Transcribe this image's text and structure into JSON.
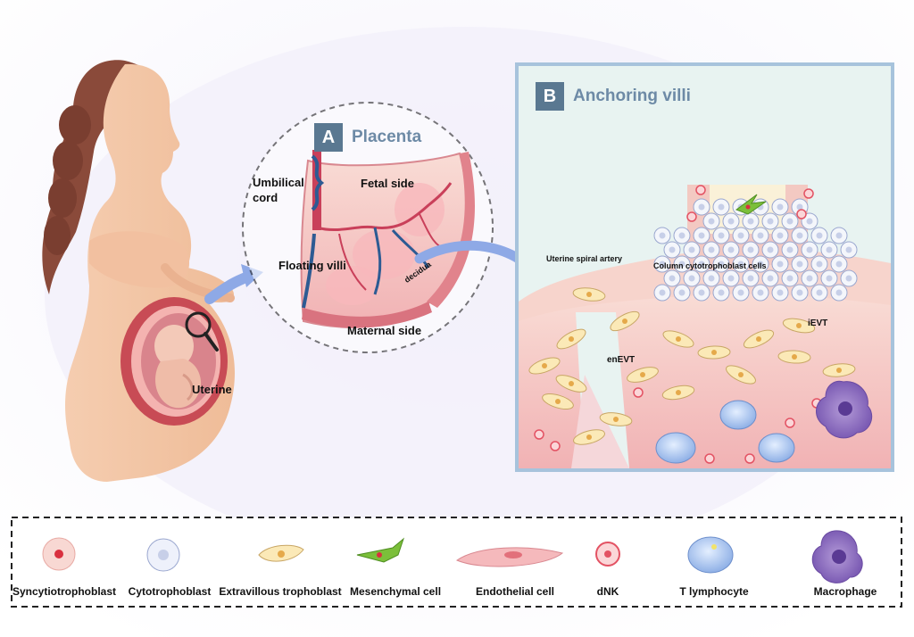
{
  "panel_a": {
    "badge": "A",
    "title": "Placenta"
  },
  "panel_b": {
    "badge": "B",
    "title": "Anchoring villi"
  },
  "labels": {
    "umbilical_cord": "Umbilical\ncord",
    "fetal_side": "Fetal side",
    "floating_villi": "Floating villi",
    "decidua": "decidua",
    "maternal_side": "Maternal side",
    "uterine": "Uterine",
    "uterine_spiral_artery": "Uterine spiral artery",
    "column_cytotrophoblast": "Column cytotrophoblast cells",
    "ievt": "iEVT",
    "enevt": "enEVT"
  },
  "legend": [
    {
      "key": "syncytiotrophoblast",
      "label": "Syncytiotrophoblast"
    },
    {
      "key": "cytotrophoblast",
      "label": "Cytotrophoblast"
    },
    {
      "key": "extravillous",
      "label": "Extravillous trophoblast"
    },
    {
      "key": "mesenchymal",
      "label": "Mesenchymal cell"
    },
    {
      "key": "endothelial",
      "label": "Endothelial cell"
    },
    {
      "key": "dnk",
      "label": "dNK"
    },
    {
      "key": "tlymph",
      "label": "T lymphocyte"
    },
    {
      "key": "macrophage",
      "label": "Macrophage"
    }
  ],
  "colors": {
    "skin": "#f2c6a3",
    "hair": "#8a4a3a",
    "tissue_pink": "#f6c9c4",
    "tissue_dark": "#e8909a",
    "artery_red": "#c9405a",
    "vein_blue": "#2d5b93",
    "panel_border": "#a7c3dc",
    "panel_bg": "#e8f3f1",
    "arrow_blue": "#8ea9e6",
    "badge": "#5a7891",
    "title": "#6d8aa6"
  }
}
